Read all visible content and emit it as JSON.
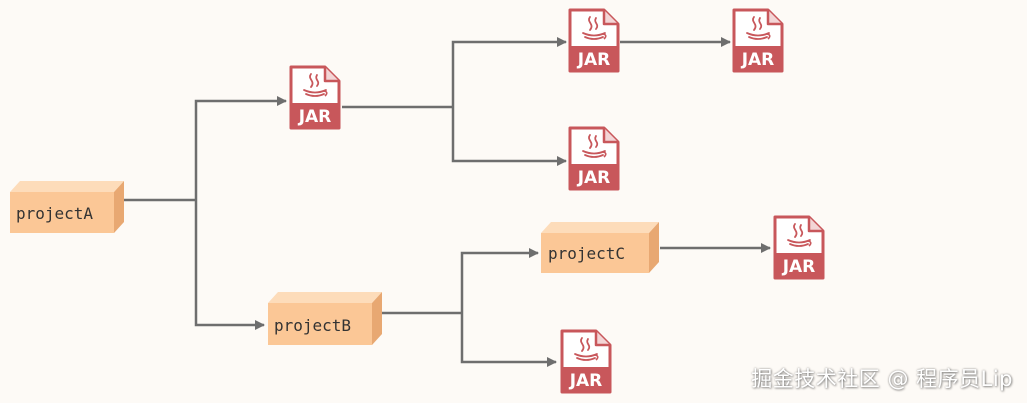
{
  "colors": {
    "background": "#fdfaf6",
    "edge": "#6e6e6e",
    "box_front": "#fbc796",
    "box_top": "#fddcba",
    "box_side": "#e8a872",
    "jar_red": "#c8575b",
    "jar_fill": "#ffffff"
  },
  "nodes": {
    "projectA": {
      "label": "projectA"
    },
    "projectB": {
      "label": "projectB"
    },
    "projectC": {
      "label": "projectC"
    }
  },
  "jar_icon": {
    "icon": "java-jar-file-icon",
    "label": "JAR"
  },
  "watermark": {
    "text": "掘金技术社区 @ 程序员Lip"
  }
}
